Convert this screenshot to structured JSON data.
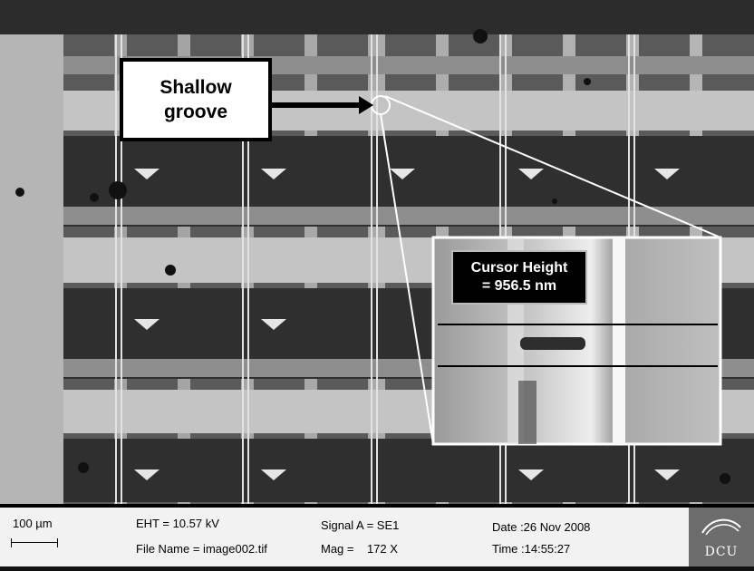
{
  "callout": {
    "line1": "Shallow",
    "line2": "groove"
  },
  "inset": {
    "line1": "Cursor Height",
    "line2": "= 956.5 nm"
  },
  "databar": {
    "scale": "100 µm",
    "eht": "EHT = 10.57 kV",
    "file": "File Name = image002.tif",
    "signal": "Signal A = SE1",
    "mag": "Mag =    172 X",
    "date": "Date :26 Nov 2008",
    "time": "Time :14:55:27",
    "logo": "DCU"
  },
  "colors": {
    "scene_dark": "#3a3a3a",
    "scene_light": "#c8c8c8",
    "bar": "#f2f2f2",
    "logo": "#6c6c6c"
  }
}
